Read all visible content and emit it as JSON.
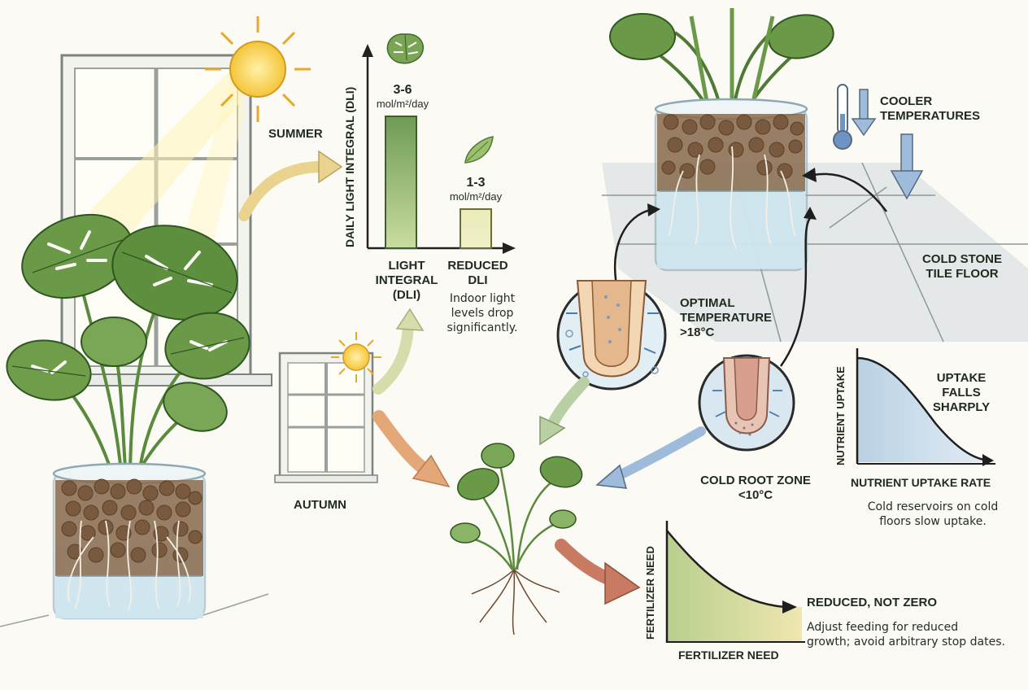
{
  "labels": {
    "summer": "SUMMER",
    "autumn": "AUTUMN",
    "dli_axis": "DAILY LIGHT INTEGRAL (DLI)",
    "bar1_value": "3-6",
    "bar1_unit": "mol/m²/day",
    "bar2_value": "1-3",
    "bar2_unit": "mol/m²/day",
    "bar1_label_1": "LIGHT",
    "bar1_label_2": "INTEGRAL",
    "bar1_label_3": "(DLI)",
    "bar2_label_1": "REDUCED",
    "bar2_label_2": "DLI",
    "light_note_1": "Indoor light",
    "light_note_2": "levels drop",
    "light_note_3": "significantly.",
    "cooler_1": "COOLER",
    "cooler_2": "TEMPERATURES",
    "floor_1": "COLD STONE",
    "floor_2": "TILE FLOOR",
    "optimal_1": "OPTIMAL",
    "optimal_2": "TEMPERATURE",
    "optimal_3": ">18°C",
    "cold_1": "COLD ROOT ZONE",
    "cold_2": "<10°C",
    "uptake_axis": "NUTRIENT UPTAKE",
    "uptake_title": "NUTRIENT UPTAKE RATE",
    "uptake_curve_1": "UPTAKE",
    "uptake_curve_2": "FALLS",
    "uptake_curve_3": "SHARPLY",
    "uptake_note_1": "Cold reservoirs on cold",
    "uptake_note_2": "floors slow uptake.",
    "fert_axis": "FERTILIZER NEED",
    "fert_title": "FERTILIZER NEED",
    "fert_curve": "REDUCED, NOT ZERO",
    "fert_note_1": "Adjust feeding for reduced",
    "fert_note_2": "growth; avoid arbitrary stop dates."
  },
  "colors": {
    "leaf": "#5e8a3e",
    "leaf_dark": "#3f6a2c",
    "water": "#cfe6ee",
    "soil": "#8a6a4c",
    "sun": "#f4c53a",
    "arrow_yellow": "#e9d38f",
    "arrow_green": "#b9cfa4",
    "arrow_orange": "#e4a878",
    "arrow_blue": "#9fbbdc",
    "arrow_red": "#c97a63"
  }
}
